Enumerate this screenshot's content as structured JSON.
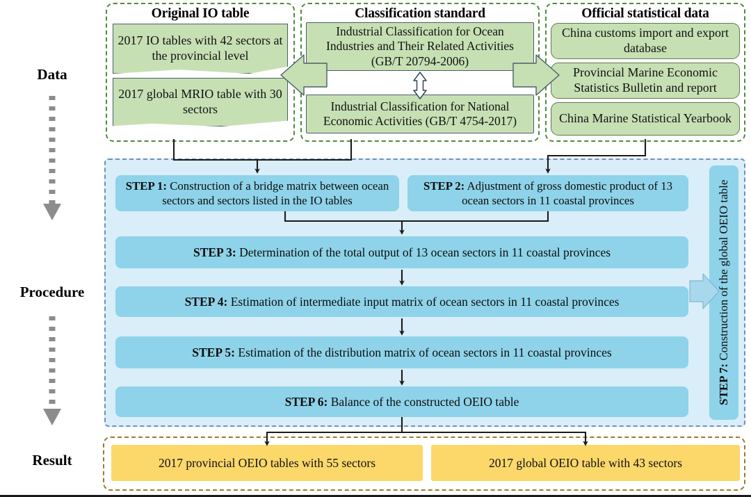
{
  "rail": {
    "labels": [
      {
        "text": "Data"
      },
      {
        "text": "Procedure"
      },
      {
        "text": "Result"
      }
    ]
  },
  "data_section": {
    "groups": [
      {
        "title": "Original IO table",
        "boxes": [
          {
            "text": "2017 IO tables with 42 sectors at the provincial level"
          },
          {
            "text": "2017 global MRIO table with 30 sectors"
          }
        ]
      },
      {
        "title": "Classification standard",
        "boxes": [
          {
            "text": "Industrial Classification for Ocean Industries and Their Related Activities (GB/T 20794-2006)"
          },
          {
            "text": "Industrial Classification for National Economic Activities (GB/T 4754-2017)"
          }
        ]
      },
      {
        "title": "Official statistical data",
        "boxes": [
          {
            "text": "China customs import and export database"
          },
          {
            "text": "Provincial Marine Economic Statistics Bulletin and report"
          },
          {
            "text": "China Marine Statistical Yearbook"
          }
        ]
      }
    ]
  },
  "procedure": {
    "steps": [
      {
        "label": "STEP 1:",
        "text": " Construction of a bridge matrix between ocean sectors and sectors listed in the IO tables"
      },
      {
        "label": "STEP 2:",
        "text": " Adjustment of gross domestic product of 13 ocean sectors in 11 coastal provinces"
      },
      {
        "label": "STEP 3:",
        "text": " Determination of the total output of 13 ocean sectors in 11 coastal provinces"
      },
      {
        "label": "STEP 4:",
        "text": " Estimation of intermediate input matrix of ocean sectors in 11 coastal provinces"
      },
      {
        "label": "STEP 5:",
        "text": " Estimation of the distribution matrix of ocean sectors in 11 coastal provinces"
      },
      {
        "label": "STEP 6:",
        "text": " Balance of the constructed OEIO table"
      }
    ],
    "step7": {
      "label": "STEP 7:",
      "text": " Construction of the global OEIO table"
    }
  },
  "result": {
    "boxes": [
      {
        "text": "2017 provincial OEIO tables with 55 sectors"
      },
      {
        "text": "2017 global OEIO table with 43 sectors"
      }
    ]
  },
  "colors": {
    "green_fill": "#c6e0b4",
    "green_border": "#4e8a3e",
    "blue_step": "#8ed3e9",
    "blue_panel": "#d9eef8",
    "blue_border": "#6f8fbf",
    "yellow_fill": "#fcd86b",
    "gold_border": "#9a7b2c",
    "rail_arrow": "#8c8c8c",
    "connector": "#1a1a1a"
  },
  "icons": {
    "rail_arrow": "dotted-down-arrow-icon",
    "green_left_arrow": "left-block-arrow-icon",
    "green_right_arrow": "right-block-arrow-icon",
    "vertical_double_arrow": "up-down-double-arrow-icon",
    "step7_arrow": "right-block-arrow-icon"
  }
}
